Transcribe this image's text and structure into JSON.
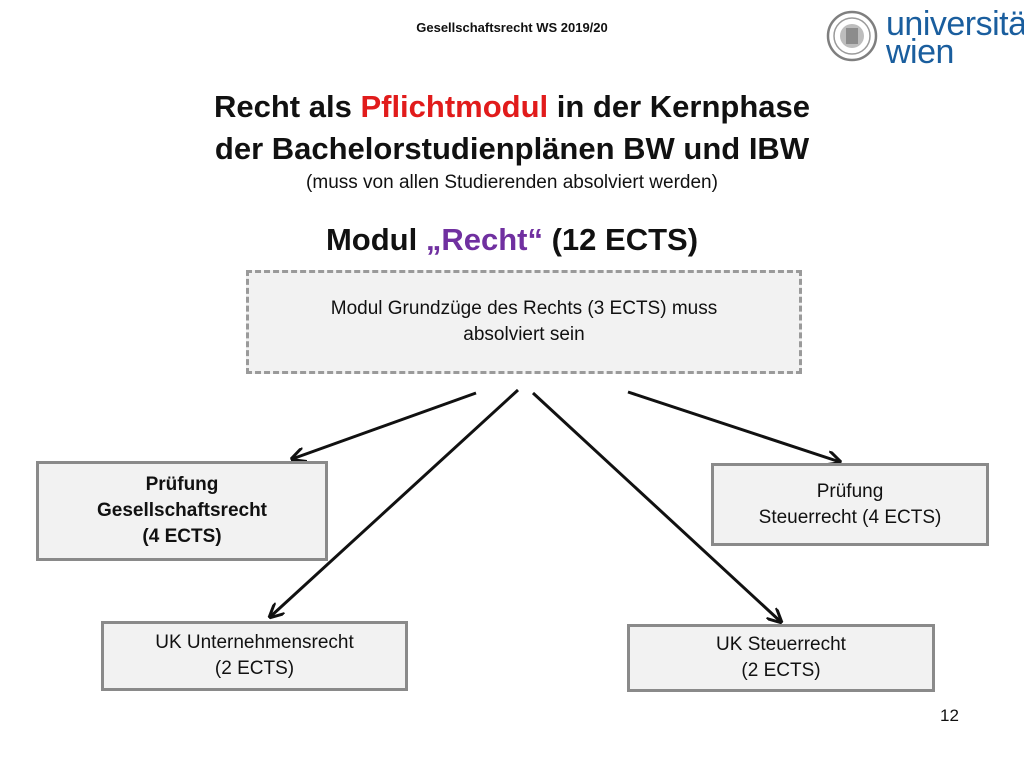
{
  "header": {
    "course": "Gesellschaftsrecht WS 2019/20",
    "logo_line1": "universität",
    "logo_line2": "wien"
  },
  "slide": {
    "title_part1": "Recht als ",
    "title_accent": "Pflichtmodul",
    "title_part2": " in der Kernphase",
    "title_line2": "der Bachelorstudienplänen BW und IBW",
    "subtitle": "(muss von allen Studierenden absolviert werden)",
    "modul_prefix": "Modul ",
    "modul_name": "„Recht“",
    "modul_suffix": " (12 ECTS)",
    "page_number": "12"
  },
  "diagram": {
    "prerequisite": {
      "line1": "Modul Grundzüge des Rechts (3 ECTS) muss",
      "line2": "absolviert sein"
    },
    "pruefung_gesellschaftsrecht": {
      "line1": "Prüfung",
      "line2": "Gesellschaftsrecht",
      "line3": "(4 ECTS)"
    },
    "pruefung_steuerrecht": {
      "line1": "Prüfung",
      "line2": "Steuerrecht (4 ECTS)"
    },
    "uk_unternehmensrecht": {
      "line1": "UK Unternehmensrecht",
      "line2": "(2 ECTS)"
    },
    "uk_steuerrecht": {
      "line1": "UK Steuerrecht",
      "line2": "(2 ECTS)"
    }
  },
  "colors": {
    "accent_red": "#e11b1b",
    "accent_purple": "#7030a0",
    "logo_blue": "#1a5e9e",
    "box_fill": "#f2f2f2"
  }
}
